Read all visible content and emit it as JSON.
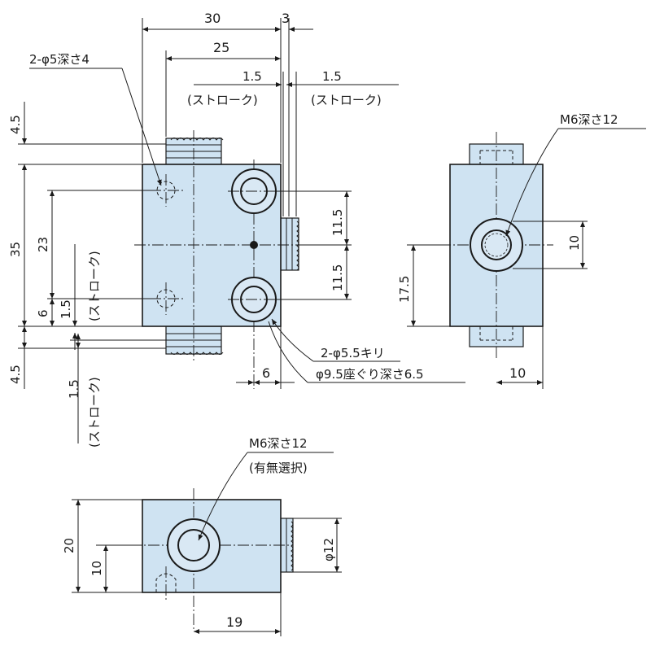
{
  "colors": {
    "body_fill": "#cfe3f2",
    "line": "#1a1a1a"
  },
  "front_view": {
    "dim_30": "30",
    "dim_3": "3",
    "dim_25": "25",
    "stroke_left_value": "1.5",
    "stroke_left_label": "(ストローク)",
    "stroke_right_value": "1.5",
    "stroke_right_label": "(ストローク)",
    "hole_callout": "2-φ5深さ4",
    "dim_4_5_top": "4.5",
    "dim_35": "35",
    "dim_23": "23",
    "stroke_vertical_value": "1.5",
    "stroke_vertical_label": "(ストローク)",
    "dim_6_left": "6",
    "dim_4_5_bottom": "4.5",
    "stroke_bottom_value": "1.5",
    "stroke_bottom_label": "(ストローク)",
    "dim_11_5_top": "11.5",
    "dim_11_5_bottom": "11.5",
    "dim_6_bottom": "6",
    "bolt_hole_callout_1": "2-φ5.5キリ",
    "bolt_hole_callout_2": "φ9.5座ぐり深さ6.5"
  },
  "side_view": {
    "thread_callout": "M6深さ12",
    "dim_10_right": "10",
    "dim_17_5": "17.5",
    "dim_10_bottom": "10"
  },
  "bottom_view": {
    "thread_callout": "M6深さ12",
    "thread_option": "(有無選択)",
    "dim_20": "20",
    "dim_10": "10",
    "dim_phi12": "φ12",
    "dim_19": "19"
  }
}
